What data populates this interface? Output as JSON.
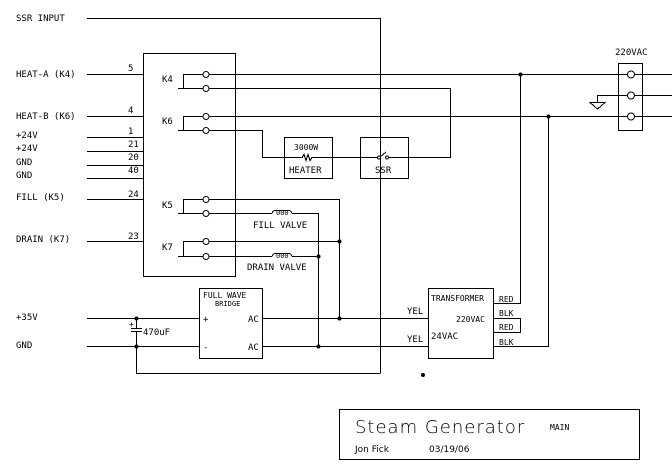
{
  "inputs": [
    {
      "label": "SSR INPUT",
      "pin": ""
    },
    {
      "label": "HEAT-A (K4)",
      "pin": "5"
    },
    {
      "label": "HEAT-B (K6)",
      "pin": "4"
    },
    {
      "label": "+24V",
      "pin": "1"
    },
    {
      "label": "+24V",
      "pin": "21"
    },
    {
      "label": "GND",
      "pin": "20"
    },
    {
      "label": "GND",
      "pin": "40"
    },
    {
      "label": "FILL (K5)",
      "pin": "24"
    },
    {
      "label": "DRAIN (K7)",
      "pin": "23"
    }
  ],
  "relays": [
    "K4",
    "K6",
    "K5",
    "K7"
  ],
  "heater": {
    "rating": "3000W",
    "label": "HEATER"
  },
  "ssr": {
    "label": "SSR"
  },
  "valves": {
    "fill": "FILL VALVE",
    "drain": "DRAIN VALVE"
  },
  "power_block": {
    "label": "220VAC"
  },
  "dc_supply": {
    "plus": "+35V",
    "gnd": "GND",
    "capacitor": "470uF",
    "cap_polarity": "+"
  },
  "bridge": {
    "line1": "FULL WAVE",
    "line2": "BRIDGE",
    "plus": "+",
    "minus": "-",
    "ac": "AC"
  },
  "transformer": {
    "title": "TRANSFORMER",
    "primary": "220VAC",
    "secondary": "24VAC",
    "wires": {
      "yel": "YEL",
      "red": "RED",
      "blk": "BLK"
    }
  },
  "title_block": {
    "title": "Steam Generator",
    "sheet": "MAIN",
    "author": "Jon Fick",
    "date": "03/19/06"
  }
}
